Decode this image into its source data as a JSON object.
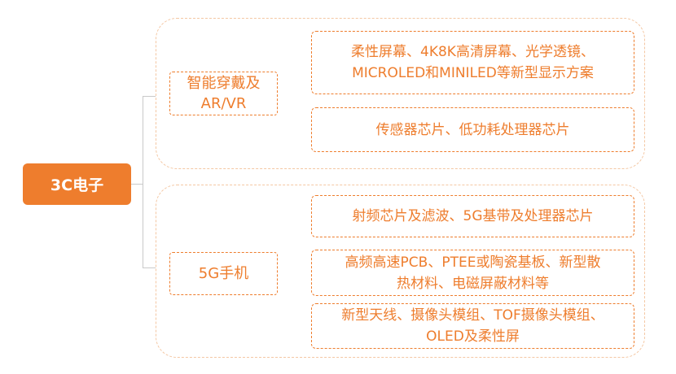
{
  "root": {
    "label": "3C电子"
  },
  "groups": [
    {
      "category": [
        "智能穿戴及",
        "AR/VR"
      ],
      "items": [
        [
          "柔性屏幕、4K8K高清屏幕、光学透镜、",
          "MICROLED和MINILED等新型显示方案"
        ],
        [
          "传感器芯片、低功耗处理器芯片"
        ]
      ]
    },
    {
      "category": [
        "5G手机"
      ],
      "items": [
        [
          "射频芯片及滤波、5G基带及处理器芯片"
        ],
        [
          "高频高速PCB、PTEE或陶瓷基板、新型散",
          "热材料、电磁屏蔽材料等"
        ],
        [
          "新型天线、摄像头模组、TOF摄像头模组、",
          "OLED及柔性屏"
        ]
      ]
    }
  ],
  "colors": {
    "accent": "#ee7d2d",
    "group_border": "#f4c7a3",
    "connector": "#c9c9c9"
  }
}
